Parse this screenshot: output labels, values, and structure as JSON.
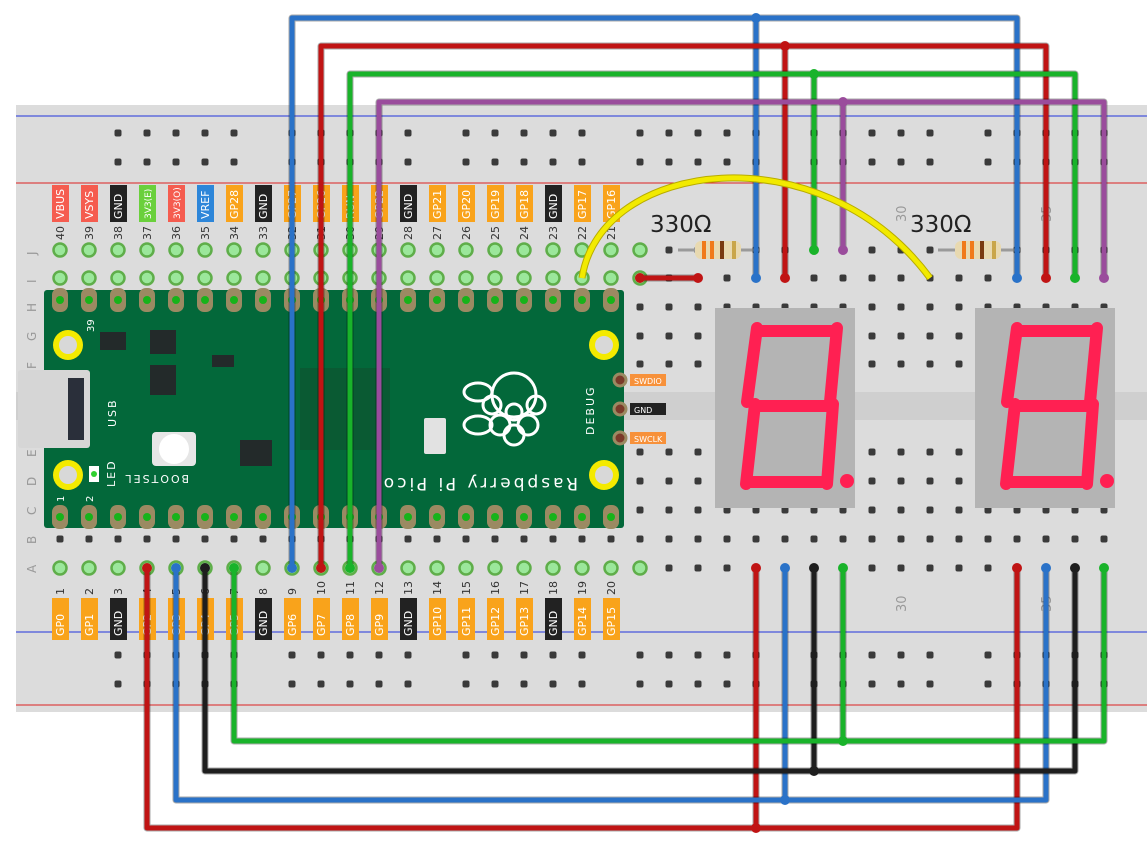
{
  "pico": {
    "title": "Raspberry Pi Pico",
    "usb_label": "USB",
    "led_label": "LED",
    "bootsel_label": "BOOTSEL",
    "debug_label": "DEBUG",
    "pin39_label": "39",
    "pin1_label": "1",
    "pin2_label": "2",
    "debug_pins": [
      {
        "label": "SWDIO",
        "color": "#f7913a"
      },
      {
        "label": "GND",
        "color": "#222222"
      },
      {
        "label": "SWCLK",
        "color": "#f7913a"
      }
    ],
    "top_pins": [
      {
        "num": "40",
        "label": "VBUS",
        "color": "#f55c4f"
      },
      {
        "num": "39",
        "label": "VSYS",
        "color": "#f55c4f"
      },
      {
        "num": "38",
        "label": "GND",
        "color": "#222222"
      },
      {
        "num": "37",
        "label": "3V3(E)",
        "color": "#6ad03c"
      },
      {
        "num": "36",
        "label": "3V3(O)",
        "color": "#f55c4f"
      },
      {
        "num": "35",
        "label": "VREF",
        "color": "#2d86d9"
      },
      {
        "num": "34",
        "label": "GP28",
        "color": "#f9a31b"
      },
      {
        "num": "33",
        "label": "GND",
        "color": "#222222"
      },
      {
        "num": "32",
        "label": "GP27",
        "color": "#f9a31b"
      },
      {
        "num": "31",
        "label": "GP26",
        "color": "#f9a31b"
      },
      {
        "num": "30",
        "label": "RUN",
        "color": "#f9a31b"
      },
      {
        "num": "29",
        "label": "GP22",
        "color": "#f9a31b"
      },
      {
        "num": "28",
        "label": "GND",
        "color": "#222222"
      },
      {
        "num": "27",
        "label": "GP21",
        "color": "#f9a31b"
      },
      {
        "num": "26",
        "label": "GP20",
        "color": "#f9a31b"
      },
      {
        "num": "25",
        "label": "GP19",
        "color": "#f9a31b"
      },
      {
        "num": "24",
        "label": "GP18",
        "color": "#f9a31b"
      },
      {
        "num": "23",
        "label": "GND",
        "color": "#222222"
      },
      {
        "num": "22",
        "label": "GP17",
        "color": "#f9a31b"
      },
      {
        "num": "21",
        "label": "GP16",
        "color": "#f9a31b"
      }
    ],
    "bottom_pins": [
      {
        "num": "1",
        "label": "GP0",
        "color": "#f9a31b"
      },
      {
        "num": "2",
        "label": "GP1",
        "color": "#f9a31b"
      },
      {
        "num": "3",
        "label": "GND",
        "color": "#222222"
      },
      {
        "num": "4",
        "label": "GP2",
        "color": "#f9a31b"
      },
      {
        "num": "5",
        "label": "GP3",
        "color": "#f9a31b"
      },
      {
        "num": "6",
        "label": "GP4",
        "color": "#f9a31b"
      },
      {
        "num": "7",
        "label": "GP5",
        "color": "#f9a31b"
      },
      {
        "num": "8",
        "label": "GND",
        "color": "#222222"
      },
      {
        "num": "9",
        "label": "GP6",
        "color": "#f9a31b"
      },
      {
        "num": "10",
        "label": "GP7",
        "color": "#f9a31b"
      },
      {
        "num": "11",
        "label": "GP8",
        "color": "#f9a31b"
      },
      {
        "num": "12",
        "label": "GP9",
        "color": "#f9a31b"
      },
      {
        "num": "13",
        "label": "GND",
        "color": "#222222"
      },
      {
        "num": "14",
        "label": "GP10",
        "color": "#f9a31b"
      },
      {
        "num": "15",
        "label": "GP11",
        "color": "#f9a31b"
      },
      {
        "num": "16",
        "label": "GP12",
        "color": "#f9a31b"
      },
      {
        "num": "17",
        "label": "GP13",
        "color": "#f9a31b"
      },
      {
        "num": "18",
        "label": "GND",
        "color": "#222222"
      },
      {
        "num": "19",
        "label": "GP14",
        "color": "#f9a31b"
      },
      {
        "num": "20",
        "label": "GP15",
        "color": "#f9a31b"
      }
    ]
  },
  "breadboard": {
    "row_letters_top": [
      "J",
      "I",
      "H",
      "G",
      "F"
    ],
    "row_letters_bottom": [
      "E",
      "D",
      "C",
      "B",
      "A"
    ],
    "column_numbers": [
      "30",
      "35"
    ]
  },
  "resistors": [
    {
      "label": "330Ω"
    },
    {
      "label": "330Ω"
    }
  ],
  "displays": [
    {
      "name": "seven-segment-display-1",
      "segment_color": "#ff2052"
    },
    {
      "name": "seven-segment-display-2",
      "segment_color": "#ff2052"
    }
  ],
  "wire_colors": {
    "blue": "#2a72c8",
    "red": "#c01414",
    "green": "#19b32a",
    "purple": "#9a4c9c",
    "black": "#1e1e1e",
    "yellow": "#f2ea00"
  }
}
